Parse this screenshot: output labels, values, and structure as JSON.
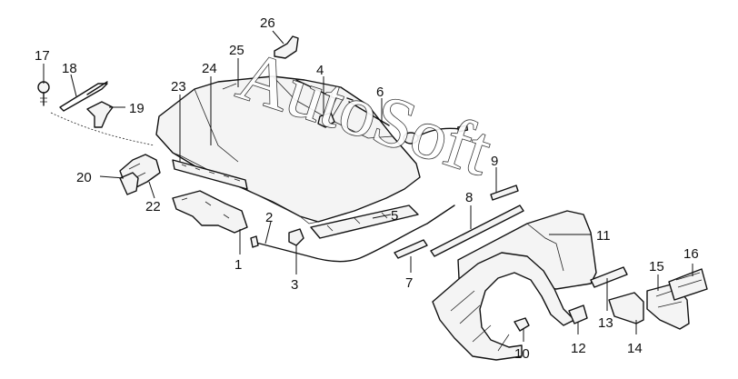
{
  "watermark": "AutoSoft",
  "callouts": {
    "c1": "1",
    "c2": "2",
    "c3": "3",
    "c4": "4",
    "c5": "5",
    "c6": "6",
    "c7": "7",
    "c8": "8",
    "c9": "9",
    "c10": "10",
    "c11": "11",
    "c12": "12",
    "c13": "13",
    "c14": "14",
    "c15": "15",
    "c16": "16",
    "c17": "17",
    "c18": "18",
    "c19": "19",
    "c20": "20",
    "c22": "22",
    "c23": "23",
    "c24": "24",
    "c25": "25",
    "c26": "26"
  }
}
